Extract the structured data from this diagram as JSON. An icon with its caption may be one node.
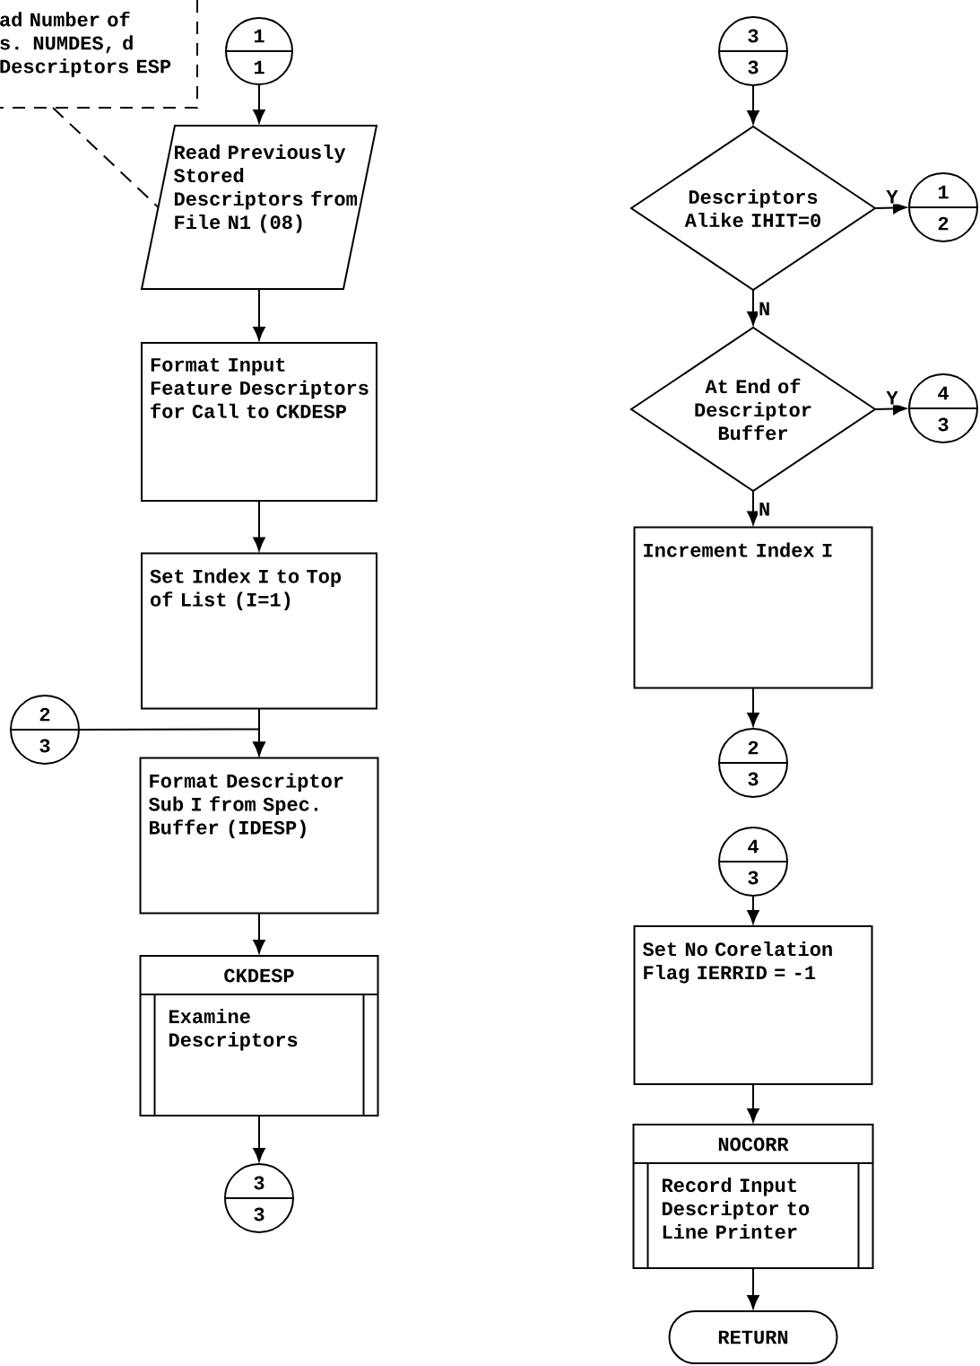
{
  "diagram": {
    "nodes": [
      {
        "text": [
          "ad Number of s. NUMDES, d Descriptors ESP"
        ]
      },
      {
        "text": [
          "1",
          "1"
        ]
      },
      {
        "text": [
          "Read Previously Stored Descriptors from File N1 (08)"
        ]
      },
      {
        "text": [
          "Format Input Feature Descriptors for Call to CKDESP"
        ]
      },
      {
        "text": [
          "Set Index I to Top of List (I=1)"
        ]
      },
      {
        "text": [
          "2",
          "3"
        ]
      },
      {
        "text": [
          "Format Descriptor Sub I from Spec. Buffer (IDESP)"
        ]
      },
      {
        "text": [
          "CKDESP",
          "Examine Descriptors"
        ]
      },
      {
        "text": [
          "3",
          "3"
        ]
      },
      {
        "text": [
          "3",
          "3"
        ]
      },
      {
        "text": [
          "Descriptors Alike IHIT=0"
        ]
      },
      {
        "text": [
          "1",
          "2"
        ]
      },
      {
        "text": [
          "At End of Descriptor Buffer"
        ]
      },
      {
        "text": [
          "4",
          "3"
        ]
      },
      {
        "text": [
          "Increment Index I"
        ]
      },
      {
        "text": [
          "2",
          "3"
        ]
      },
      {
        "text": [
          "4",
          "3"
        ]
      },
      {
        "text": [
          "Set No Corelation Flag IERRID = -1"
        ]
      },
      {
        "text": [
          "NOCORR",
          "Record Input Descriptor to Line Printer"
        ]
      },
      {
        "text": [
          "RETURN"
        ]
      }
    ],
    "edges": [
      {
        "from": 0,
        "to": 2,
        "arrow": "none",
        "style": "dashed"
      },
      {
        "from": 1,
        "to": 2,
        "arrow": "to"
      },
      {
        "from": 2,
        "to": 3,
        "arrow": "to"
      },
      {
        "from": 3,
        "to": 4,
        "arrow": "to"
      },
      {
        "from": 4,
        "to": 6,
        "arrow": "to"
      },
      {
        "from": 5,
        "to": 6,
        "arrow": "to"
      },
      {
        "from": 6,
        "to": 7,
        "arrow": "to"
      },
      {
        "from": 7,
        "to": 8,
        "arrow": "to"
      },
      {
        "from": 9,
        "to": 10,
        "arrow": "to"
      },
      {
        "from": 10,
        "to": 11,
        "arrow": "to",
        "label": "Y"
      },
      {
        "from": 10,
        "to": 12,
        "arrow": "to",
        "label": "N"
      },
      {
        "from": 12,
        "to": 13,
        "arrow": "to",
        "label": "Y"
      },
      {
        "from": 12,
        "to": 14,
        "arrow": "to",
        "label": "N"
      },
      {
        "from": 14,
        "to": 15,
        "arrow": "to"
      },
      {
        "from": 16,
        "to": 17,
        "arrow": "to"
      },
      {
        "from": 17,
        "to": 18,
        "arrow": "to"
      },
      {
        "from": 18,
        "to": 19,
        "arrow": "to"
      }
    ]
  }
}
